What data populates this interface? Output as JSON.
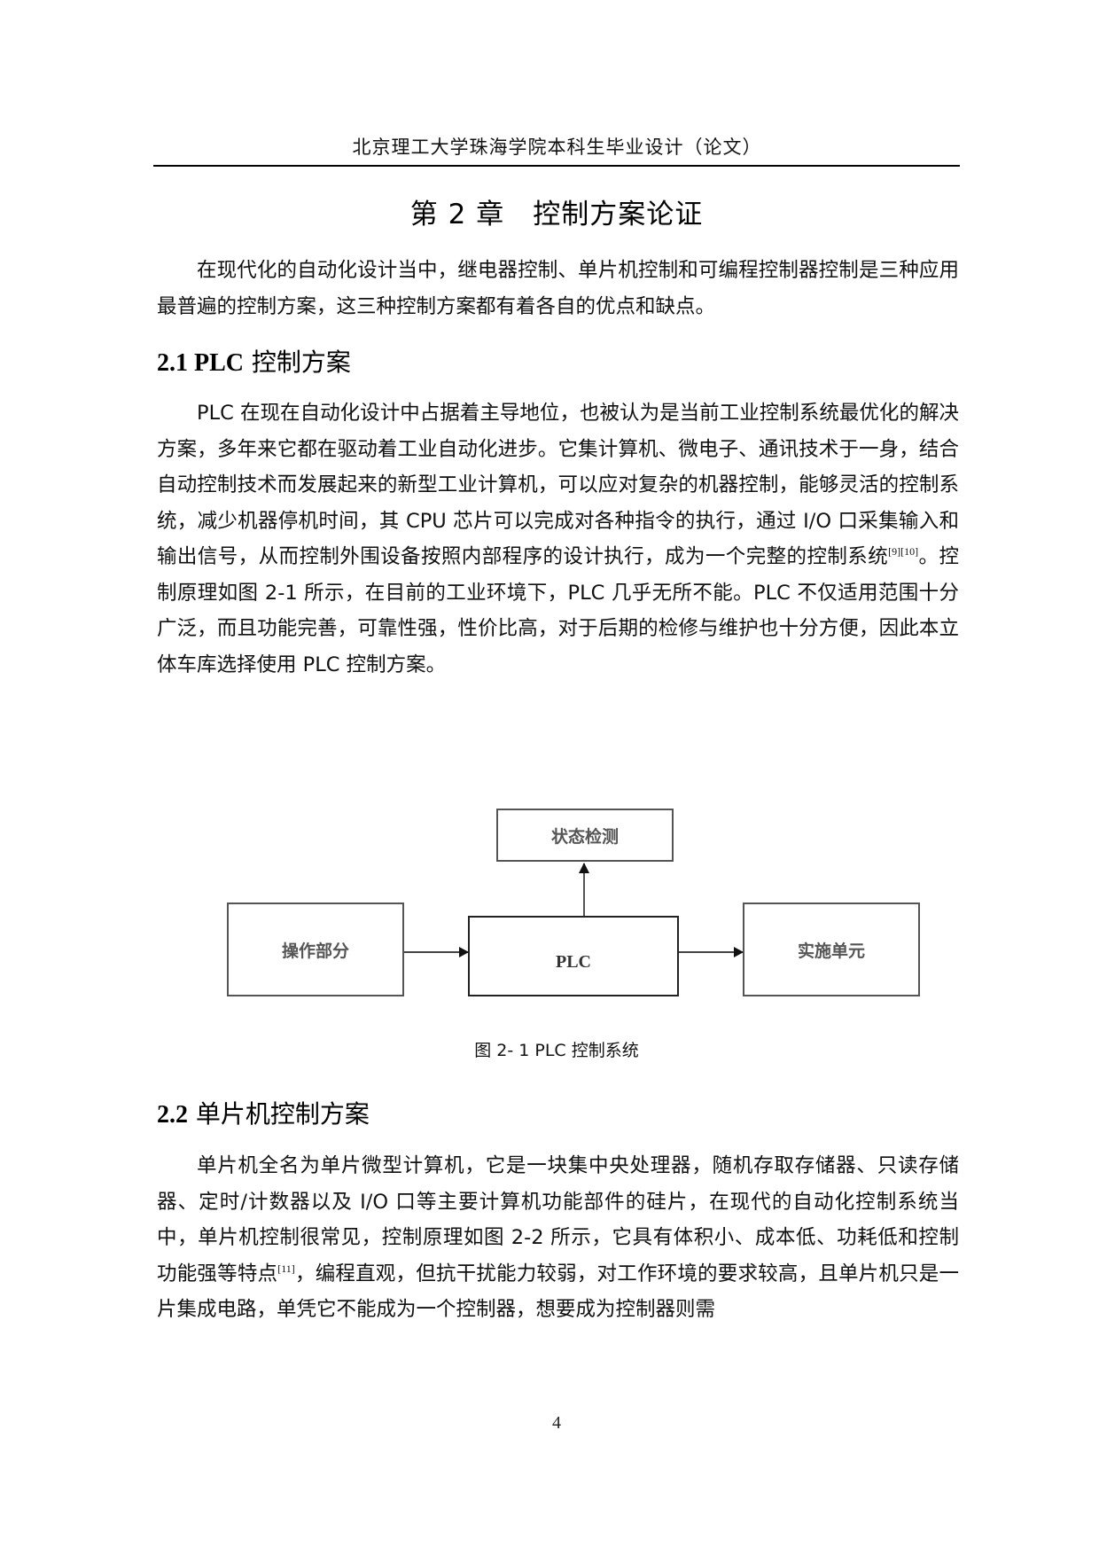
{
  "header": {
    "running_title": "北京理工大学珠海学院本科生毕业设计（论文）"
  },
  "chapter": {
    "title": "第 2 章　控制方案论证"
  },
  "intro": {
    "text": "在现代化的自动化设计当中，继电器控制、单片机控制和可编程控制器控制是三种应用最普遍的控制方案，这三种控制方案都有着各自的优点和缺点。"
  },
  "section_2_1": {
    "number": "2.1 PLC",
    "title": " 控制方案",
    "p1_part1": "PLC  在现在自动化设计中占据着主导地位，也被认为是当前工业控制系统最优化的解决方案，多年来它都在驱动着工业自动化进步。它集计算机、微电子、通讯技术于一身，结合自动控制技术而发展起来的新型工业计算机，可以应对复杂的机器控制，能够灵活的控制系统，减少机器停机时间，其 CPU 芯片可以完成对各种指令的执行，通过  I/O  口采集输入和输出信号，从而控制外围设备按照内部程序的设计执行，成为一个完整的控制系统",
    "p1_cite": "[9][10]",
    "p1_part2": "。控制原理如图 2-1 所示，在目前的工业环境下，PLC 几乎无所不能。PLC 不仅适用范围十分广泛，而且功能完善，可靠性强，性价比高，对于后期的检修与维护也十分方便，因此本立体车库选择使用 PLC 控制方案。"
  },
  "figure_2_1": {
    "boxes": {
      "status_detection": "状态检测",
      "operation_part": "操作部分",
      "plc": "PLC",
      "execution_unit": "实施单元"
    },
    "caption": "图  2- 1 PLC 控制系统"
  },
  "section_2_2": {
    "number": "2.2",
    "title": "  单片机控制方案",
    "p1_part1": "单片机全名为单片微型计算机，它是一块集中央处理器，随机存取存储器、只读存储器、定时/计数器以及  I/O 口等主要计算机功能部件的硅片，在现代的自动化控制系统当中，单片机控制很常见，控制原理如图 2-2 所示，它具有体积小、成本低、功耗低和控制功能强等特点",
    "p1_cite": "[11]",
    "p1_part2": "，编程直观，但抗干扰能力较弱，对工作环境的要求较高，且单片机只是一片集成电路，单凭它不能成为一个控制器，想要成为控制器则需"
  },
  "footer": {
    "page_number": "4"
  }
}
